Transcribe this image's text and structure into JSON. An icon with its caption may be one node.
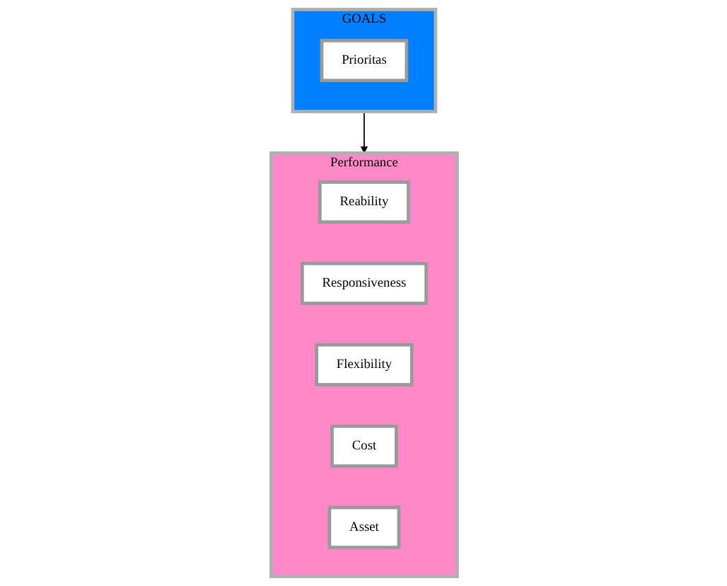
{
  "diagram": {
    "nodes": [
      {
        "text": [
          "GOALS"
        ]
      },
      {
        "text": [
          "Prioritas"
        ],
        "in": 0
      },
      {
        "text": [
          "Performance"
        ]
      },
      {
        "text": [
          "Reability"
        ],
        "in": 2
      },
      {
        "text": [
          "Responsiveness"
        ],
        "in": 2
      },
      {
        "text": [
          "Flexibility"
        ],
        "in": 2
      },
      {
        "text": [
          "Cost"
        ],
        "in": 2
      },
      {
        "text": [
          "Asset"
        ],
        "in": 2
      }
    ],
    "edges": [
      {
        "from": 0,
        "to": 2,
        "arrow": "to"
      }
    ]
  }
}
